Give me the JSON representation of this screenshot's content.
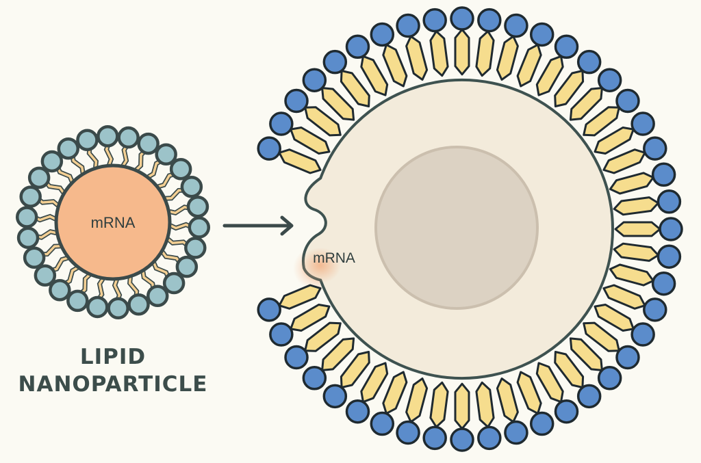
{
  "nanoparticle": {
    "core_label": "mRNA",
    "title_line1": "LIPID",
    "title_line2": "NANOPARTICLE"
  },
  "cell": {
    "entering_label": "mRNA"
  },
  "colors": {
    "background": "#fbfaf3",
    "lnp_head": "#9cc3c9",
    "lnp_core": "#f6b98c",
    "lnp_tail": "#f3cf93",
    "outline": "#3b4a4a",
    "cell_head": "#5b8ccb",
    "cell_tail": "#f6dd8e",
    "cytoplasm": "#f3ebdb",
    "nucleus": "#dcd2c3"
  }
}
